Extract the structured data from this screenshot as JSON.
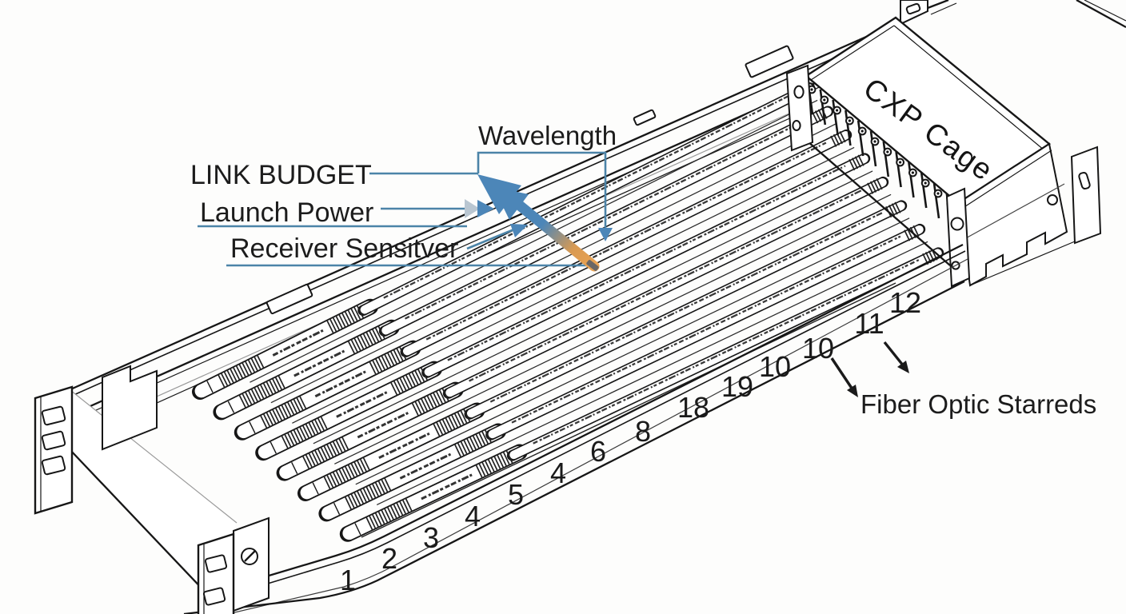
{
  "diagram": {
    "labels": {
      "wavelength": "Wavelength",
      "link_budget": "LINK BUDGET",
      "launch_power": "Launch Power",
      "receiver_sensitivity": "Receiver Sensitver",
      "cxp_cage": "CXP Cage",
      "fiber_strands": "Fiber Optic Starreds"
    },
    "fiber_numbers": [
      "1",
      "2",
      "3",
      "4",
      "5",
      "4",
      "6",
      "8",
      "18",
      "19",
      "10",
      "10",
      "11",
      "12"
    ],
    "counts": {
      "visible_cables": 8,
      "cage_slots": 12
    },
    "colors": {
      "callout_blue": "#4c84a8",
      "arrow_blue": "#4c86b8",
      "arrow_orange": "#eca452",
      "ink": "#1a1a1a"
    }
  }
}
